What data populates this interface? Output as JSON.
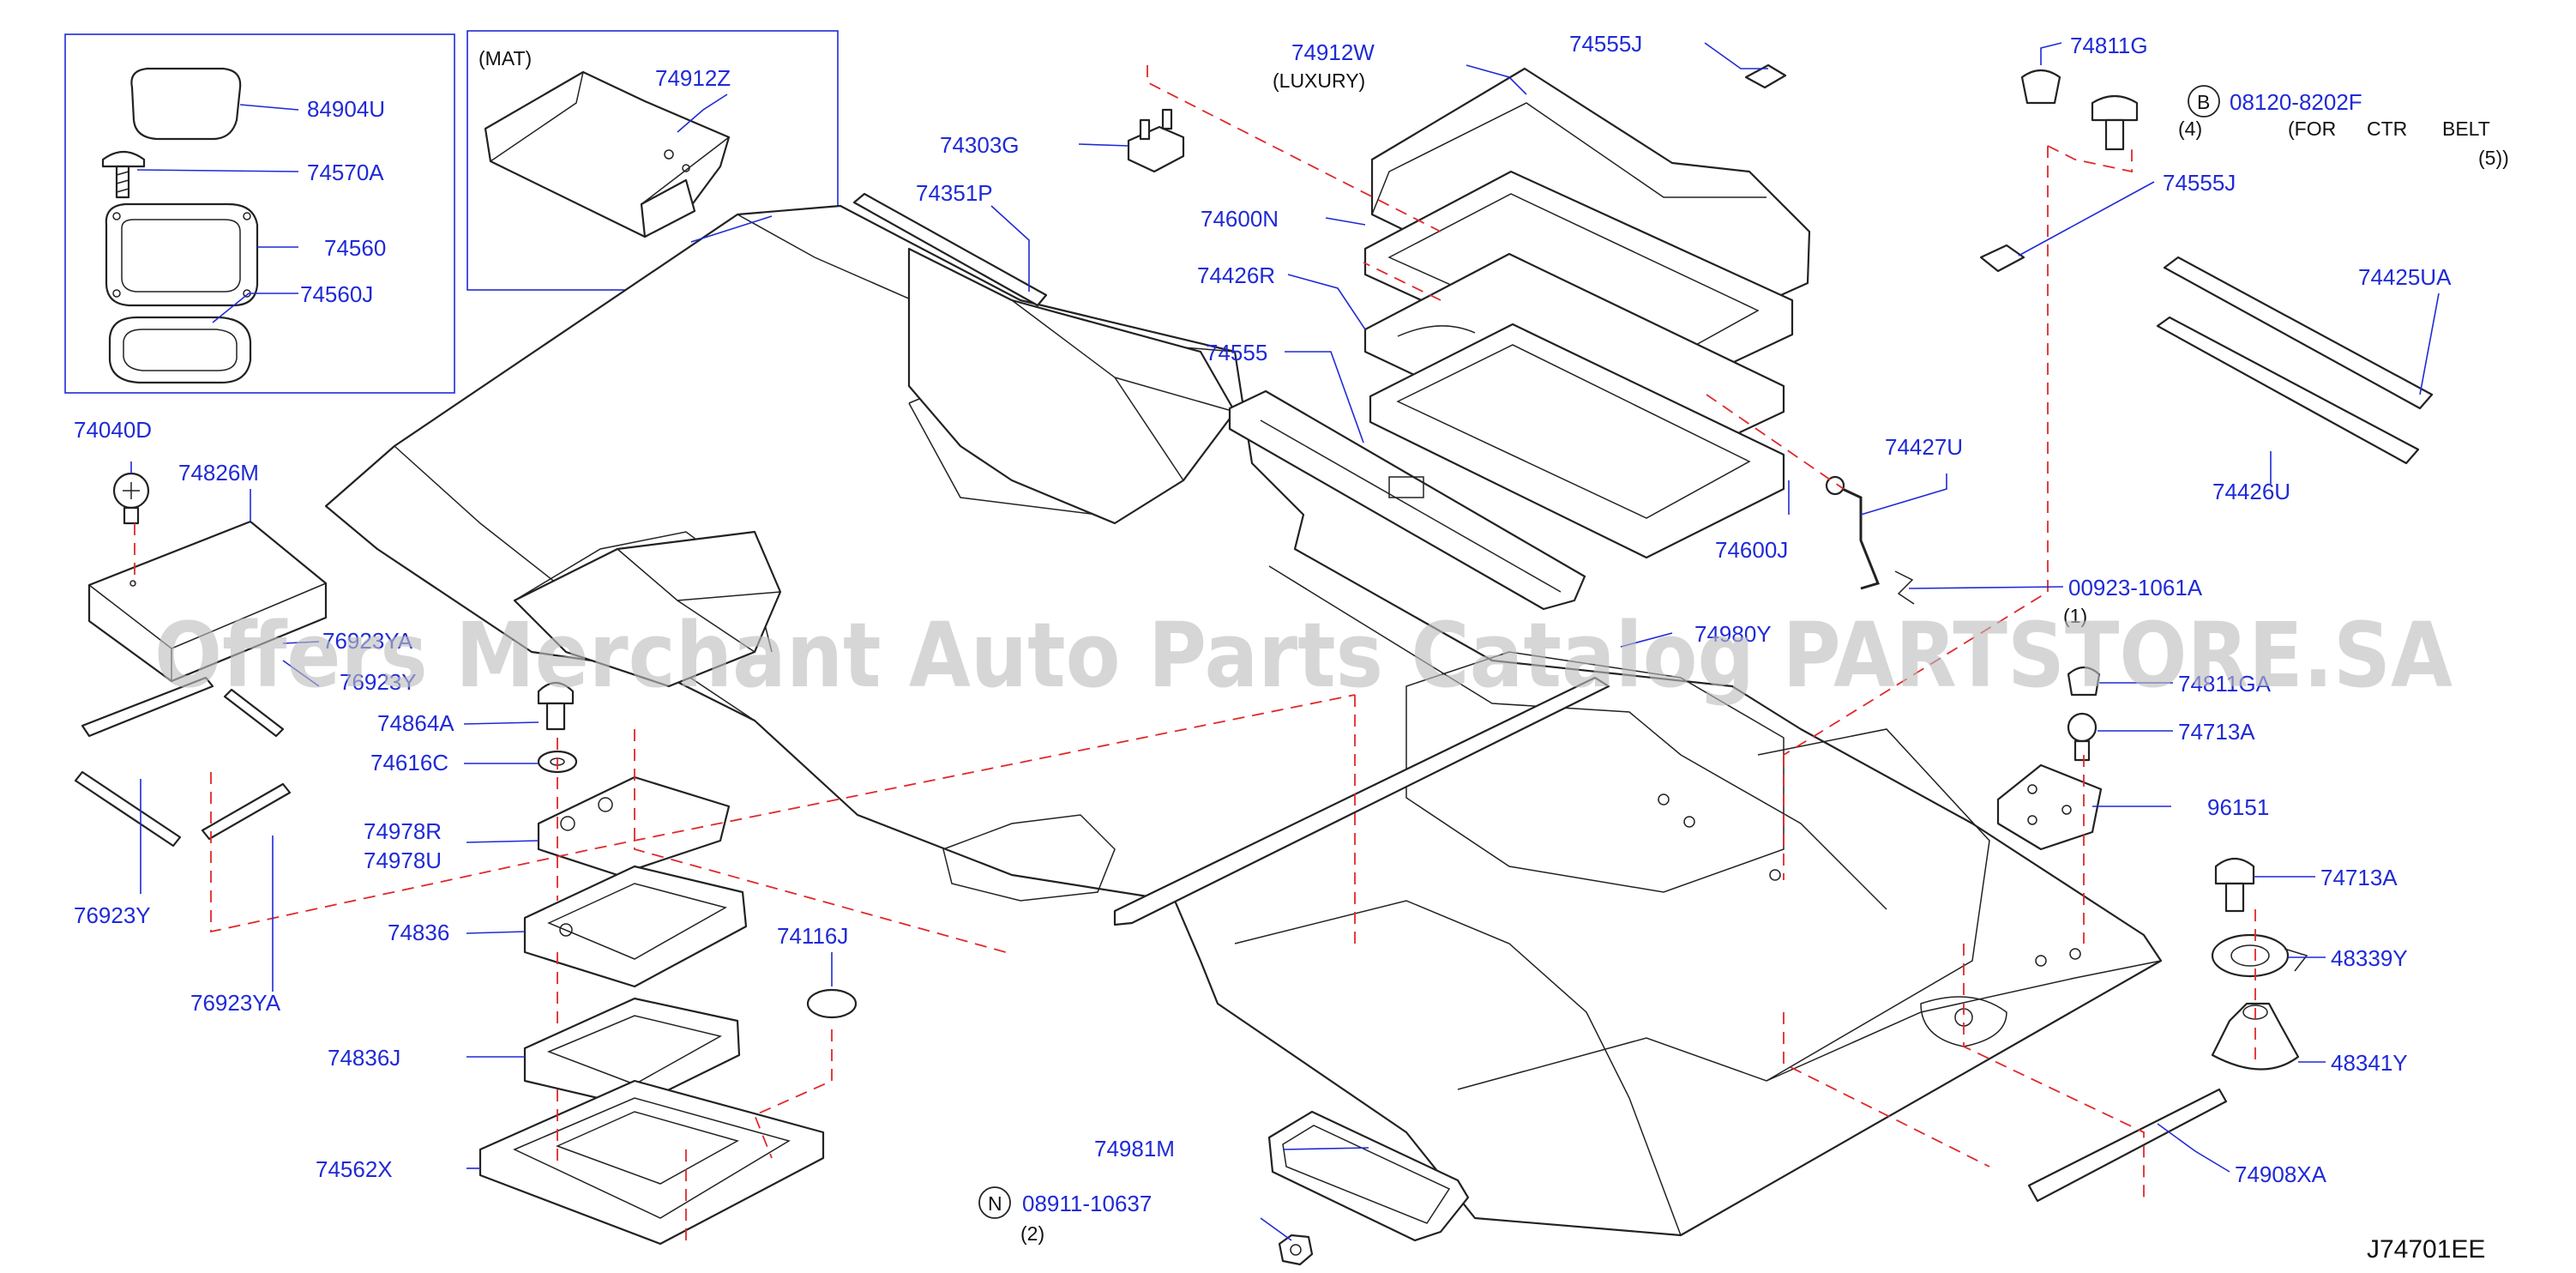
{
  "inset_labels": {
    "mat": "(MAT)"
  },
  "parts": {
    "p84904U": "84904U",
    "p74570A": "74570A",
    "p74560": "74560",
    "p74560J": "74560J",
    "p74912Z": "74912Z",
    "p74040D": "74040D",
    "p74826M": "74826M",
    "p76923YA_top": "76923YA",
    "p76923Y_top": "76923Y",
    "p74864A": "74864A",
    "p74616C": "74616C",
    "p74978R": "74978R",
    "p74978U": "74978U",
    "p74836": "74836",
    "p76923Y": "76923Y",
    "p76923YA": "76923YA",
    "p74116J": "74116J",
    "p74836J": "74836J",
    "p74562X": "74562X",
    "p74303G": "74303G",
    "p74351P": "74351P",
    "p74912W": "74912W",
    "p74912W_note": "(LUXURY)",
    "p74555J_top": "74555J",
    "p74600N": "74600N",
    "p74426R": "74426R",
    "p74555": "74555",
    "p74600J": "74600J",
    "p74427U": "74427U",
    "p74980": "74980Y",
    "p74981M": "74981M",
    "p08911": "08911-10637",
    "p08911_qty": "(2)",
    "p74811G": "74811G",
    "p08120": "08120-8202F",
    "p08120_note1": "(4)",
    "p08120_note2": "(FOR",
    "p08120_note3": "CTR",
    "p08120_note4": "BELT",
    "p08120_note5": "(5))",
    "p74555J_right": "74555J",
    "p74425UA": "74425UA",
    "p74426U": "74426U",
    "p00923": "00923-1061A",
    "p00923_qty": "(1)",
    "p74811GA": "74811GA",
    "p74713A_top": "74713A",
    "p96151": "96151",
    "p74713A": "74713A",
    "p48339Y": "48339Y",
    "p48341Y": "48341Y",
    "p74908XA": "74908XA"
  },
  "callouts": {
    "B": "B",
    "N": "N"
  },
  "diagram_ref": "J74701EE",
  "watermark": "Offers Merchant Auto Parts Catalog PARTSTORE.SA",
  "colors": {
    "label": "#1f2ad6",
    "leader": "#1f2ad6",
    "hidden_line": "#e0282a",
    "outline": "#222222",
    "watermark": "#bdbdbd"
  }
}
